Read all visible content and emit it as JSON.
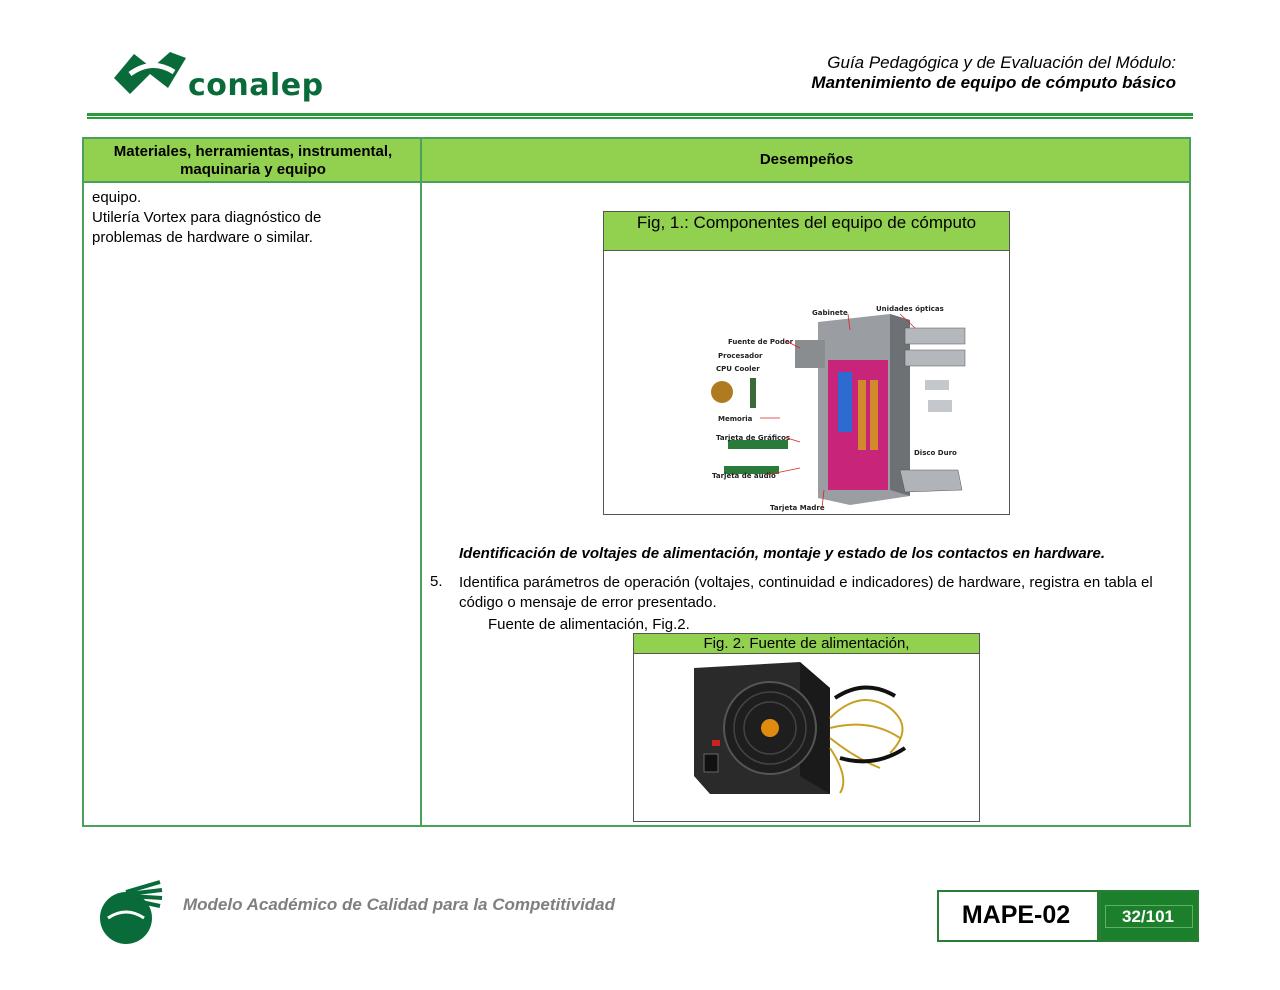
{
  "header": {
    "logo_text": "conalep",
    "title_line1": "Guía Pedagógica y de Evaluación del Módulo:",
    "title_line2": "Mantenimiento de equipo de cómputo básico"
  },
  "table": {
    "col1_header": "Materiales, herramientas, instrumental, maquinaria y equipo",
    "col2_header": "Desempeños",
    "left_lines": [
      "equipo.",
      "Utilería Vortex para diagnóstico de",
      "problemas de hardware o similar."
    ]
  },
  "figure1": {
    "caption": "Fig, 1.: Componentes del equipo de cómputo",
    "labels": {
      "gabinete": "Gabinete",
      "unidades": "Unidades ópticas",
      "fuente": "Fuente de Poder",
      "procesador": "Procesador",
      "cooler": "CPU Cooler",
      "memoria": "Memoria",
      "graficos": "Tarjeta de Gráficos",
      "disco": "Disco Duro",
      "audio": "Tarjeta de audio",
      "madre": "Tarjeta Madre"
    }
  },
  "content": {
    "heading": "Identificación de voltajes de alimentación, montaje y estado de los contactos en hardware.",
    "item_number": "5.",
    "item_text": "Identifica parámetros de operación (voltajes, continuidad e indicadores) de hardware, registra en tabla el código o mensaje de error presentado.",
    "sub_text": "Fuente de alimentación, Fig.2."
  },
  "figure2": {
    "caption": "Fig. 2. Fuente de alimentación,"
  },
  "footer": {
    "slogan": "Modelo Académico de Calidad para la Competitividad",
    "code": "MAPE-02",
    "page": "32/101"
  },
  "colors": {
    "brand_green": "#0a6b3a",
    "header_green": "#92d050",
    "border_green": "#4aa25a"
  }
}
